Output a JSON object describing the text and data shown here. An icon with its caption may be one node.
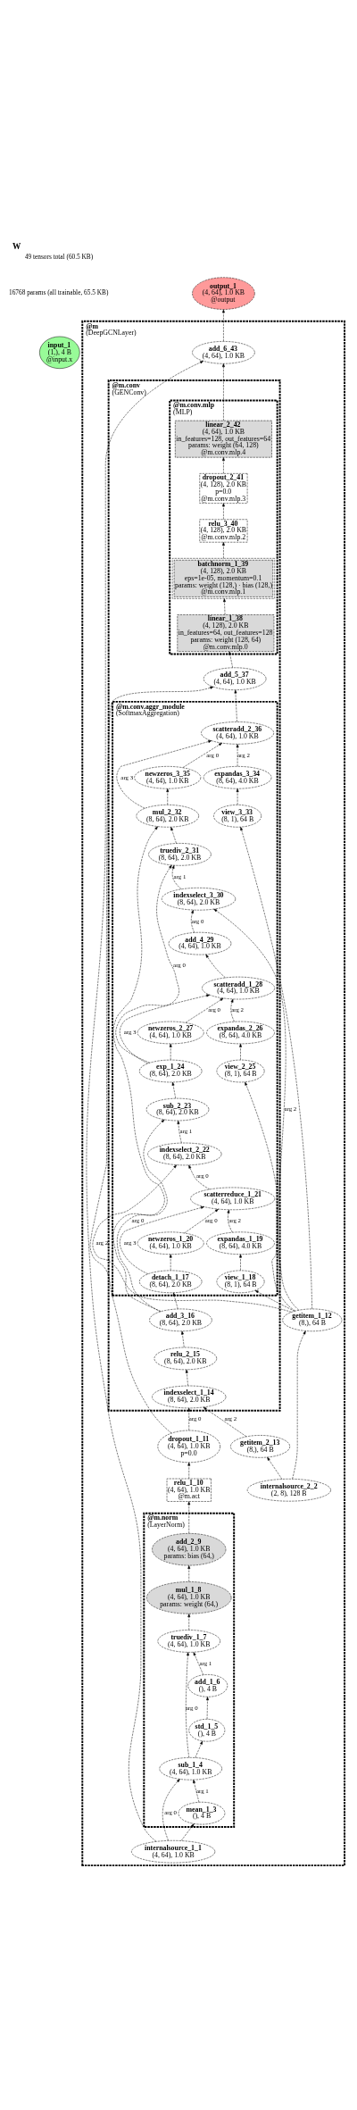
{
  "diagram": {
    "title": "W",
    "labels": [
      "49 tensors total (60.5 KB)",
      "16768 params (all trainable, 65.5 KB)"
    ],
    "nodes": [
      {
        "text": [
          "output_1",
          "(4, 64), 1.0 KB",
          "@output"
        ]
      },
      {
        "text": [
          "input_1",
          "(1,), 4 B",
          "@input.x"
        ]
      },
      {
        "text": [
          "@m",
          "(DeepGCNLayer)"
        ]
      },
      {
        "text": [
          "add_6_43",
          "(4, 64), 1.0 KB"
        ],
        "in": 2
      },
      {
        "text": [
          "@m.conv",
          "(GENConv)"
        ],
        "in": 2
      },
      {
        "text": [
          "@m.conv.mlp",
          "(MLP)"
        ],
        "in": 4
      },
      {
        "text": [
          "linear_2_42",
          "(4, 64), 1.0 KB",
          "in_features=128, out_features=64",
          "params: weight (64, 128)",
          "@m.conv.mlp.4"
        ],
        "in": 5
      },
      {
        "text": [
          "dropout_2_41",
          "(4, 128), 2.0 KB",
          "p=0.0",
          "@m.conv.mlp.3"
        ],
        "in": 5
      },
      {
        "text": [
          "relu_3_40",
          "(4, 128), 2.0 KB",
          "@m.conv.mlp.2"
        ],
        "in": 5
      },
      {
        "text": [
          "batchnorm_1_39",
          "(4, 128), 2.0 KB",
          "eps=1e-05, momentum=0.1",
          "params: weight (128,) · bias (128,)",
          "@m.conv.mlp.1"
        ],
        "in": 5
      },
      {
        "text": [
          "linear_1_38",
          "(4, 128), 2.0 KB",
          "in_features=64, out_features=128",
          "params: weight (128, 64)",
          "@m.conv.mlp.0"
        ],
        "in": 5
      },
      {
        "text": [
          "add_5_37",
          "(4, 64), 1.0 KB"
        ],
        "in": 4
      },
      {
        "text": [
          "@m.conv.aggr_module",
          "(SoftmaxAggregation)"
        ],
        "in": 4
      },
      {
        "text": [
          "scatteradd_2_36",
          "(4, 64), 1.0 KB"
        ],
        "in": 12
      },
      {
        "text": [
          "newzeros_3_35",
          "(4, 64), 1.0 KB"
        ],
        "in": 12
      },
      {
        "text": [
          "expandas_3_34",
          "(8, 64), 4.0 KB"
        ],
        "in": 12
      },
      {
        "text": [
          "mul_2_32",
          "(8, 64), 2.0 KB"
        ],
        "in": 12
      },
      {
        "text": [
          "view_3_33",
          "(8, 1), 64 B"
        ],
        "in": 12
      },
      {
        "text": [
          "truediv_2_31",
          "(8, 64), 2.0 KB"
        ],
        "in": 12
      },
      {
        "text": [
          "indexselect_3_30",
          "(8, 64), 2.0 KB"
        ],
        "in": 12
      },
      {
        "text": [
          "add_4_29",
          "(4, 64), 1.0 KB"
        ],
        "in": 12
      },
      {
        "text": [
          "scatteradd_1_28",
          "(4, 64), 1.0 KB"
        ],
        "in": 12
      },
      {
        "text": [
          "newzeros_2_27",
          "(4, 64), 1.0 KB"
        ],
        "in": 12
      },
      {
        "text": [
          "expandas_2_26",
          "(8, 64), 4.0 KB"
        ],
        "in": 12
      },
      {
        "text": [
          "exp_1_24",
          "(8, 64), 2.0 KB"
        ],
        "in": 12
      },
      {
        "text": [
          "view_2_25",
          "(8, 1), 64 B"
        ],
        "in": 12
      },
      {
        "text": [
          "sub_2_23",
          "(8, 64), 2.0 KB"
        ],
        "in": 12
      },
      {
        "text": [
          "indexselect_2_22",
          "(8, 64), 2.0 KB"
        ],
        "in": 12
      },
      {
        "text": [
          "scatterreduce_1_21",
          "(4, 64), 1.0 KB"
        ],
        "in": 12
      },
      {
        "text": [
          "expandas_1_19",
          "(8, 64), 4.0 KB"
        ],
        "in": 12
      },
      {
        "text": [
          "newzeros_1_20",
          "(4, 64), 1.0 KB"
        ],
        "in": 12
      },
      {
        "text": [
          "view_1_18",
          "(8, 1), 64 B"
        ],
        "in": 12
      },
      {
        "text": [
          "detach_1_17",
          "(8, 64), 2.0 KB"
        ],
        "in": 12
      },
      {
        "text": [
          "add_3_16",
          "(8, 64), 2.0 KB"
        ],
        "in": 4
      },
      {
        "text": [
          "relu_2_15",
          "(8, 64), 2.0 KB"
        ],
        "in": 4
      },
      {
        "text": [
          "indexselect_1_14",
          "(8, 64), 2.0 KB"
        ],
        "in": 4
      },
      {
        "text": [
          "getitem_1_12",
          "(8,), 64 B"
        ],
        "in": 2
      },
      {
        "text": [
          "getitem_2_13",
          "(8,), 64 B"
        ],
        "in": 2
      },
      {
        "text": [
          "dropout_1_11",
          "(4, 64), 1.0 KB",
          "p=0.0"
        ],
        "in": 2
      },
      {
        "text": [
          "internalsource_2_2",
          "(2, 8), 128 B"
        ],
        "in": 2
      },
      {
        "text": [
          "relu_1_10",
          "(4, 64), 1.0 KB",
          "@m.act"
        ],
        "in": 2
      },
      {
        "text": [
          "@m.norm",
          "(LayerNorm)"
        ],
        "in": 2
      },
      {
        "text": [
          "add_2_9",
          "(4, 64), 1.0 KB",
          "params: bias (64,)"
        ],
        "in": 41
      },
      {
        "text": [
          "mul_1_8",
          "(4, 64), 1.0 KB",
          "params: weight (64,)"
        ],
        "in": 41
      },
      {
        "text": [
          "truediv_1_7",
          "(4, 64), 1.0 KB"
        ],
        "in": 41
      },
      {
        "text": [
          "add_1_6",
          "(), 4 B"
        ],
        "in": 41
      },
      {
        "text": [
          "std_1_5",
          "(), 4 B"
        ],
        "in": 41
      },
      {
        "text": [
          "sub_1_4",
          "(4, 64), 1.0 KB"
        ],
        "in": 41
      },
      {
        "text": [
          "mean_1_3",
          "(), 4 B"
        ],
        "in": 41
      },
      {
        "text": [
          "internalsource_1_1",
          "(4, 64), 1.0 KB"
        ],
        "in": 2
      }
    ],
    "edges": [
      {
        "from": 49,
        "to": 48,
        "arrow": "to"
      },
      {
        "from": 49,
        "to": 47,
        "arrow": "to",
        "label": "arg 0"
      },
      {
        "from": 48,
        "to": 47,
        "arrow": "to",
        "label": "arg 1"
      },
      {
        "from": 47,
        "to": 46,
        "arrow": "to"
      },
      {
        "from": 46,
        "to": 45,
        "arrow": "to"
      },
      {
        "from": 45,
        "to": 44,
        "arrow": "to",
        "label": "arg 1"
      },
      {
        "from": 47,
        "to": 44,
        "arrow": "to",
        "label": "arg 0"
      },
      {
        "from": 44,
        "to": 43,
        "arrow": "to"
      },
      {
        "from": 43,
        "to": 42,
        "arrow": "to"
      },
      {
        "from": 42,
        "to": 40,
        "arrow": "to"
      },
      {
        "from": 40,
        "to": 38,
        "arrow": "to"
      },
      {
        "from": 39,
        "to": 36,
        "arrow": "to"
      },
      {
        "from": 39,
        "to": 37,
        "arrow": "to"
      },
      {
        "from": 37,
        "to": 35,
        "arrow": "to",
        "label": "arg 2"
      },
      {
        "from": 38,
        "to": 35,
        "arrow": "to",
        "label": "arg 0"
      },
      {
        "from": 35,
        "to": 34,
        "arrow": "to"
      },
      {
        "from": 34,
        "to": 33,
        "arrow": "to"
      },
      {
        "from": 33,
        "to": 32,
        "arrow": "to"
      },
      {
        "from": 36,
        "to": 31,
        "arrow": "to"
      },
      {
        "from": 31,
        "to": 29,
        "arrow": "to"
      },
      {
        "from": 32,
        "to": 30,
        "arrow": "to"
      },
      {
        "from": 29,
        "to": 28,
        "arrow": "to",
        "label": "arg 2"
      },
      {
        "from": 32,
        "to": 28,
        "arrow": "to",
        "label": "arg 3"
      },
      {
        "from": 30,
        "to": 28,
        "arrow": "to",
        "label": "arg 0"
      },
      {
        "from": 28,
        "to": 27,
        "arrow": "to",
        "label": "arg 0"
      },
      {
        "from": 36,
        "to": 27,
        "arrow": "to",
        "label": "arg 2"
      },
      {
        "from": 27,
        "to": 26,
        "arrow": "to",
        "label": "arg 1"
      },
      {
        "from": 33,
        "to": 26,
        "arrow": "to",
        "label": "arg 0"
      },
      {
        "from": 26,
        "to": 24,
        "arrow": "to"
      },
      {
        "from": 36,
        "to": 25,
        "arrow": "to"
      },
      {
        "from": 25,
        "to": 23,
        "arrow": "to"
      },
      {
        "from": 24,
        "to": 22,
        "arrow": "to"
      },
      {
        "from": 22,
        "to": 21,
        "arrow": "to",
        "label": "arg 0"
      },
      {
        "from": 24,
        "to": 21,
        "arrow": "to",
        "label": "arg 3"
      },
      {
        "from": 23,
        "to": 21,
        "arrow": "to",
        "label": "arg 2"
      },
      {
        "from": 21,
        "to": 20,
        "arrow": "to"
      },
      {
        "from": 20,
        "to": 19,
        "arrow": "to",
        "label": "arg 0"
      },
      {
        "from": 36,
        "to": 19,
        "arrow": "to",
        "label": "arg 2"
      },
      {
        "from": 19,
        "to": 18,
        "arrow": "to",
        "label": "arg 1"
      },
      {
        "from": 24,
        "to": 18,
        "arrow": "to",
        "label": "arg 0"
      },
      {
        "from": 18,
        "to": 16,
        "arrow": "to"
      },
      {
        "from": 33,
        "to": 16,
        "arrow": "to"
      },
      {
        "from": 36,
        "to": 17,
        "arrow": "to"
      },
      {
        "from": 17,
        "to": 15,
        "arrow": "to"
      },
      {
        "from": 16,
        "to": 14,
        "arrow": "to"
      },
      {
        "from": 14,
        "to": 13,
        "arrow": "to",
        "label": "arg 0"
      },
      {
        "from": 16,
        "to": 13,
        "arrow": "to",
        "label": "arg 3"
      },
      {
        "from": 15,
        "to": 13,
        "arrow": "to",
        "label": "arg 2"
      },
      {
        "from": 13,
        "to": 11,
        "arrow": "to"
      },
      {
        "from": 38,
        "to": 11,
        "arrow": "to"
      },
      {
        "from": 11,
        "to": 10,
        "arrow": "to"
      },
      {
        "from": 10,
        "to": 9,
        "arrow": "to"
      },
      {
        "from": 9,
        "to": 8,
        "arrow": "to"
      },
      {
        "from": 8,
        "to": 7,
        "arrow": "to"
      },
      {
        "from": 7,
        "to": 6,
        "arrow": "to"
      },
      {
        "from": 6,
        "to": 3,
        "arrow": "to"
      },
      {
        "from": 49,
        "to": 3,
        "arrow": "to"
      },
      {
        "from": 3,
        "to": 0,
        "arrow": "to"
      }
    ]
  }
}
